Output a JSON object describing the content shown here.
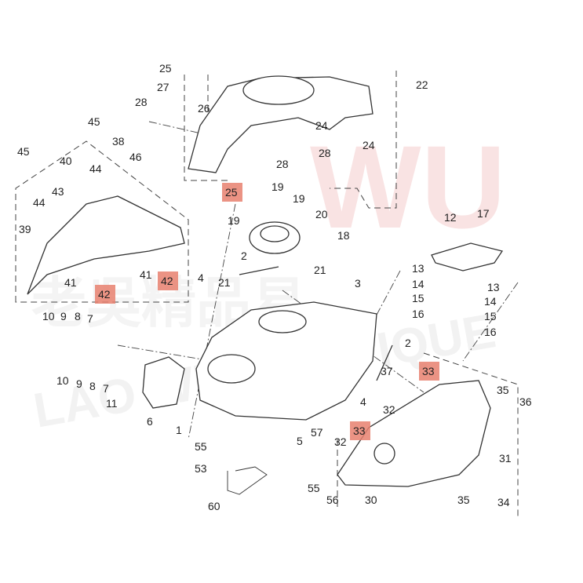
{
  "watermark": {
    "brand": "WU",
    "sub": "LAO WU BOUTIQUE",
    "chinese": "老吳精品易"
  },
  "colors": {
    "highlight": "#e8806f",
    "line": "#333333",
    "watermark": "#f2d4d4"
  },
  "callouts": [
    "25",
    "27",
    "28",
    "26",
    "45",
    "38",
    "45",
    "40",
    "46",
    "44",
    "43",
    "44",
    "39",
    "41",
    "41",
    "42",
    "42",
    "25",
    "28",
    "19",
    "19",
    "19",
    "20",
    "18",
    "2",
    "21",
    "21",
    "4",
    "3",
    "22",
    "24",
    "24",
    "28",
    "12",
    "17",
    "13",
    "14",
    "13",
    "15",
    "14",
    "16",
    "15",
    "16",
    "10",
    "9",
    "8",
    "7",
    "10",
    "9",
    "8",
    "7",
    "11",
    "6",
    "1",
    "55",
    "53",
    "60",
    "2",
    "37",
    "4",
    "32",
    "33",
    "33",
    "5",
    "57",
    "32",
    "30",
    "35",
    "36",
    "31",
    "35",
    "34",
    "55",
    "56"
  ],
  "highlighted_callouts": [
    "25",
    "42",
    "42",
    "33",
    "33"
  ]
}
